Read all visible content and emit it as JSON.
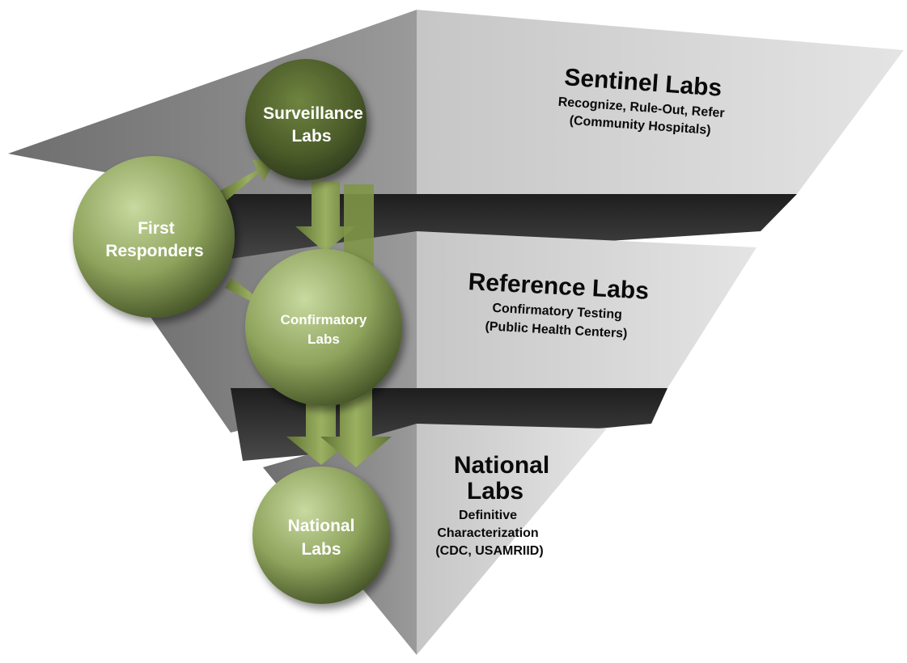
{
  "diagram": {
    "tiers": [
      {
        "title": "Sentinel Labs",
        "lines": [
          "Recognize, Rule-Out,  Refer",
          "(Community Hospitals)"
        ]
      },
      {
        "title": "Reference Labs",
        "lines": [
          "Confirmatory Testing",
          "(Public Health Centers)"
        ]
      },
      {
        "title_lines": [
          "National",
          "Labs"
        ],
        "lines": [
          "Definitive",
          "Characterization",
          "(CDC, USAMRIID)"
        ]
      }
    ],
    "nodes": {
      "first_responders": [
        "First",
        "Responders"
      ],
      "surveillance": [
        "Surveillance",
        "Labs"
      ],
      "confirmatory": [
        "Confirmatory",
        "Labs"
      ],
      "national": [
        "National",
        "Labs"
      ]
    },
    "colors": {
      "node_light": "#b7c98f",
      "node_dark": "#3f4d22",
      "arrow": "#7f9648",
      "face_light": "#d6d6d6",
      "slab_dark": "#3a3a3a"
    }
  }
}
